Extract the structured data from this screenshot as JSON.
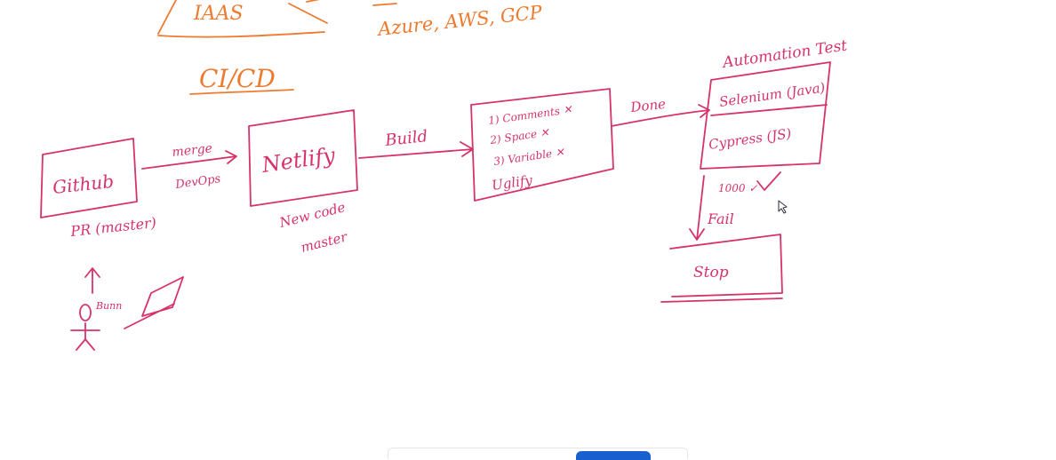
{
  "labels": {
    "iaas": "IAAS",
    "clouds": "Azure, AWS, GCP",
    "cicd": "CI/CD",
    "automation": "Automation Test",
    "github": "Github",
    "merge": "merge",
    "devops": "DevOps",
    "pr": "PR (master)",
    "netlify": "Netlify",
    "new_code": "New code",
    "master": "master",
    "build": "Build",
    "step1": "1) Comments ✕",
    "step2": "2) Space ✕",
    "step3": "3) Variable ✕",
    "uglify": "Uglify",
    "done": "Done",
    "selenium": "Selenium (Java)",
    "cypress": "Cypress (JS)",
    "count": "1000 ✓",
    "fail": "Fail",
    "stop": "Stop",
    "bunn": "Bunn"
  },
  "colors": {
    "pink": "#d6336c",
    "orange": "#ee7a2f",
    "accent_blue": "#1a5fd0"
  },
  "icons": [
    "up-arrow-icon",
    "stick-figure-icon",
    "laptop-icon",
    "mouse-cursor-icon",
    "checkmark-icon"
  ]
}
